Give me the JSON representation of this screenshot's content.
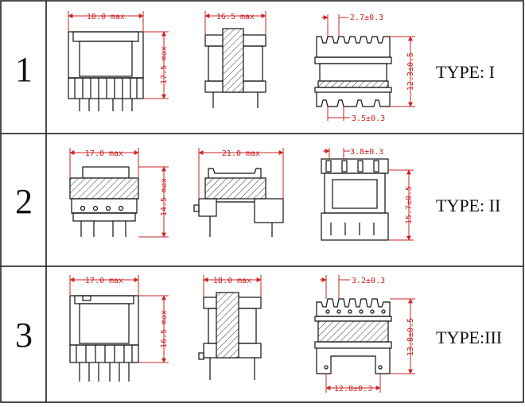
{
  "colors": {
    "outline": "#111111",
    "dimension": "#cc2222",
    "background": "#ffffff"
  },
  "rows": [
    {
      "number": "1",
      "type_label": "TYPE: I",
      "dims": {
        "front_width": "18.0 max",
        "front_height": "17.5 max",
        "side_width": "16.5 max",
        "pin_pitch": "2.7±0.3",
        "top_height": "12.3±0.5",
        "bottom_spacing": "3.5±0.3"
      }
    },
    {
      "number": "2",
      "type_label": "TYPE: II",
      "dims": {
        "front_width": "17.0 max",
        "front_height": "14.5 max",
        "side_width": "21.0 max",
        "pin_pitch": "3.8±0.3",
        "top_height": "15.7±0.5"
      }
    },
    {
      "number": "3",
      "type_label": "TYPE:III",
      "dims": {
        "front_width": "17.0 max",
        "front_height": "16.5 max",
        "side_width": "18.0 max",
        "pin_pitch": "3.2±0.3",
        "top_height": "13.8±0.5",
        "bottom_spacing": "12.8±0.3"
      }
    }
  ]
}
